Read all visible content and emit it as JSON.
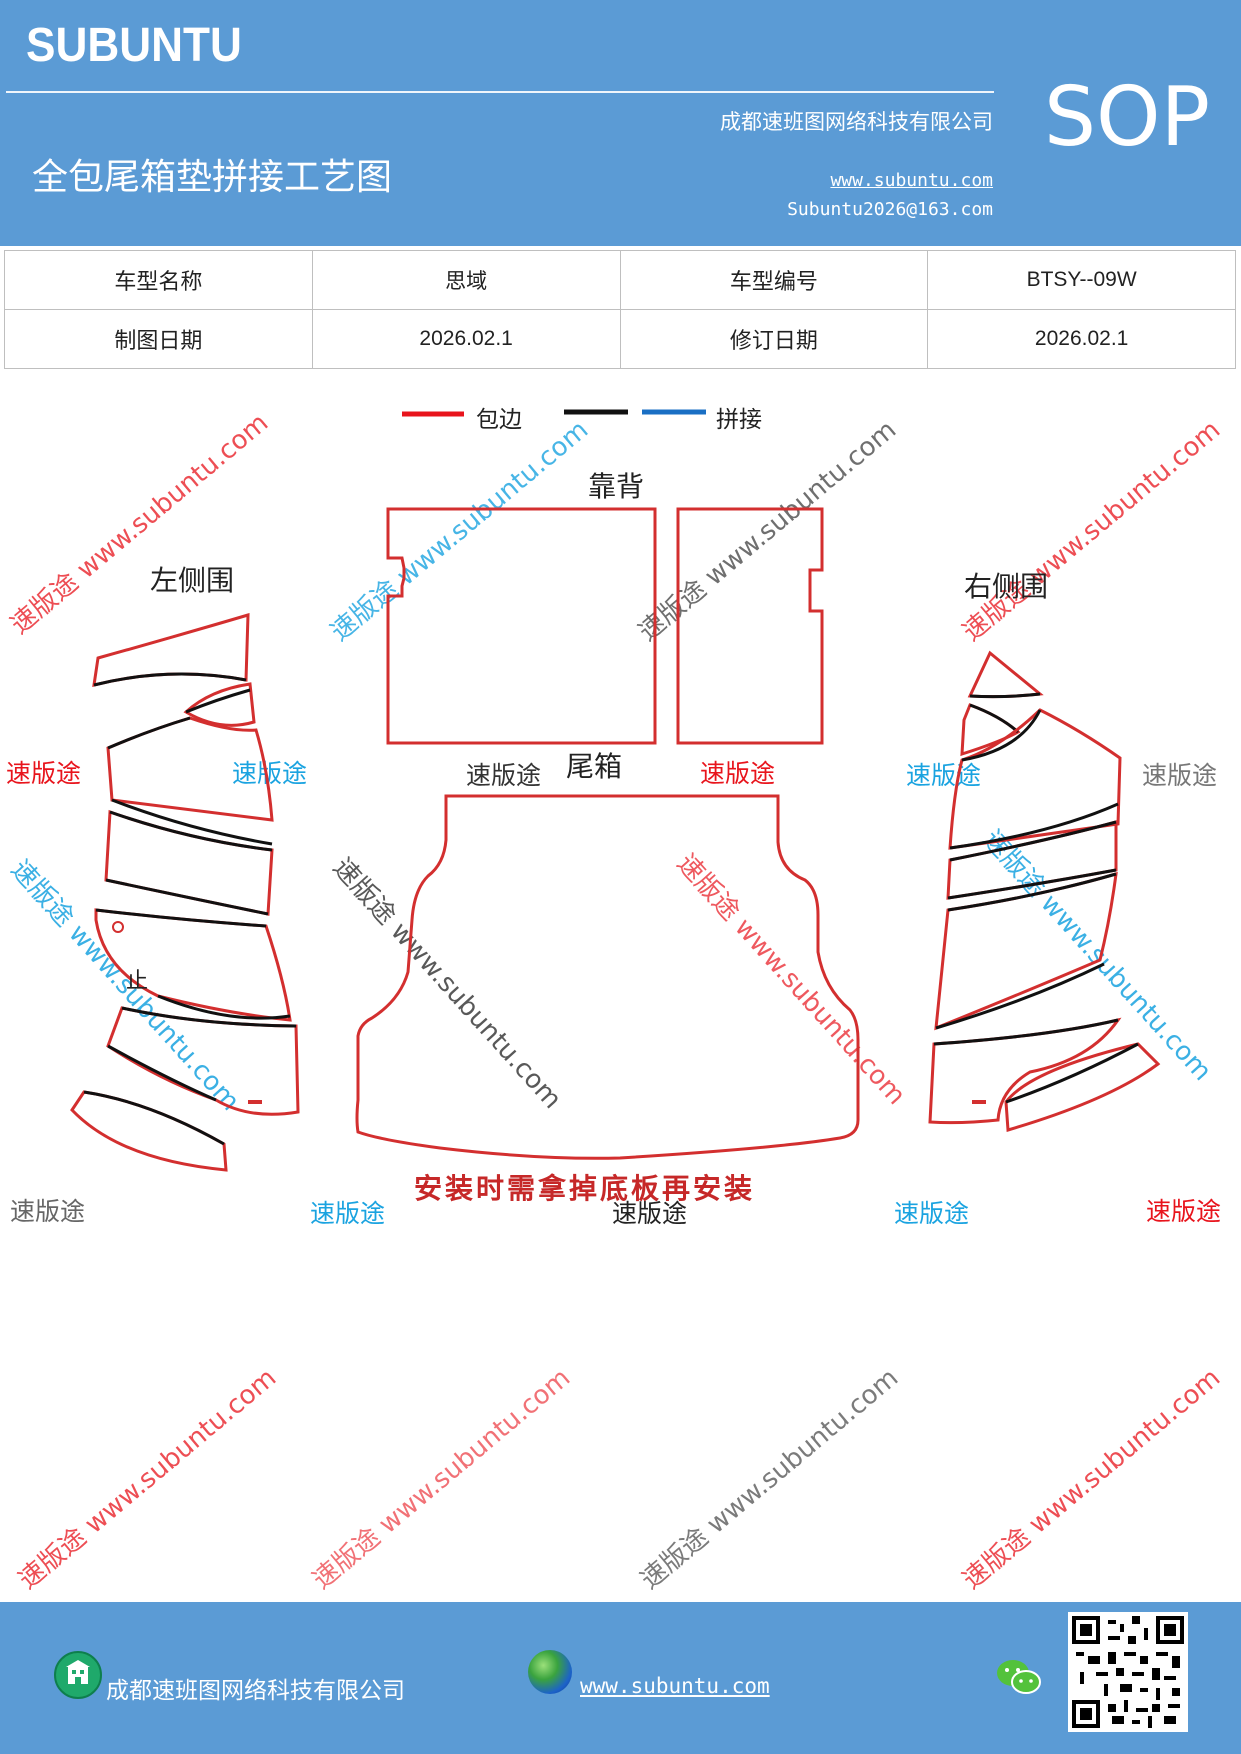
{
  "header": {
    "brand": "SUBUNTU",
    "sop": "SOP",
    "company": "成都速班图网络科技有限公司",
    "title": "全包尾箱垫拼接工艺图",
    "website": "www.subuntu.com",
    "email": "Subuntu2026@163.com"
  },
  "info_table": [
    [
      "车型名称",
      "思域",
      "车型编号",
      "BTSY--09W"
    ],
    [
      "制图日期",
      "2026.02.1",
      "修订日期",
      "2026.02.1"
    ]
  ],
  "legend": {
    "items": [
      {
        "color": "#e8141c",
        "label": "包边"
      },
      {
        "color": "#111111",
        "label": ""
      },
      {
        "color": "#1a6fc4",
        "label": "拼接"
      }
    ]
  },
  "diagram": {
    "back_label": "靠背",
    "left_label": "左侧围",
    "right_label": "右侧围",
    "trunk_label": "尾箱",
    "left_mark": "止",
    "note": "安装时需拿掉底板再安装"
  },
  "watermark": {
    "cn": "速版途",
    "url": "www.subuntu.com",
    "diag": "速版途 www.subuntu.com",
    "colors": {
      "red": "#e8141c",
      "blue": "#1aa3e0",
      "gray": "#777777",
      "dark": "#222222"
    }
  },
  "footer": {
    "company": "成都速班图网络科技有限公司",
    "website": "www.subuntu.com",
    "icons": [
      "building-icon",
      "globe-icon",
      "wechat-icon",
      "qr-code"
    ]
  }
}
